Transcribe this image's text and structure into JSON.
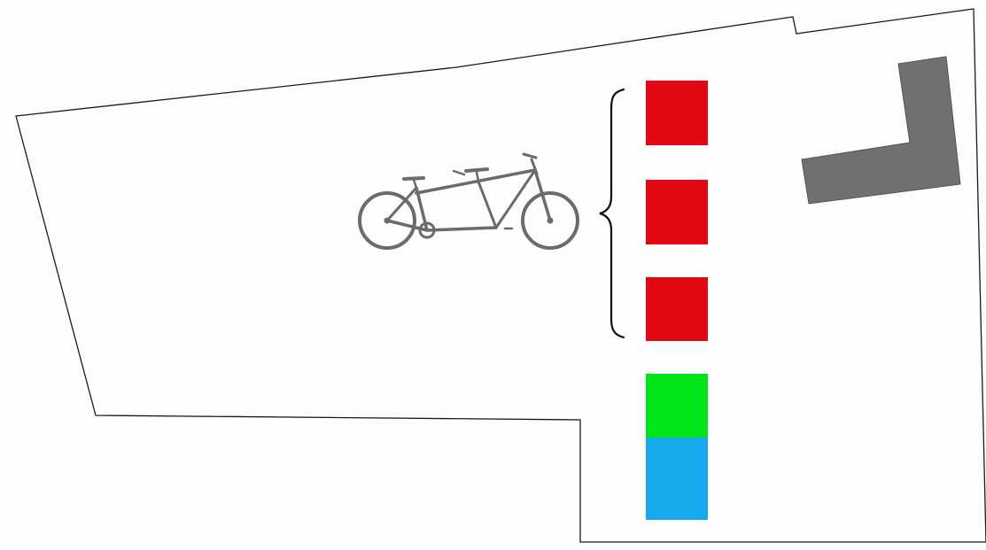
{
  "diagram": {
    "background_color": "#fdfdfd",
    "outline_color": "#1a1a1a",
    "building_color": "#707070",
    "bicycle_icon": "tandem-bicycle-icon",
    "bicycle_color": "#6b6b6b",
    "brace_color": "#111111",
    "blocks": [
      {
        "name": "red-block-1",
        "color": "#e30613"
      },
      {
        "name": "red-block-2",
        "color": "#e30613"
      },
      {
        "name": "red-block-3",
        "color": "#e30613"
      },
      {
        "name": "green-block",
        "color": "#00e51a"
      },
      {
        "name": "blue-block",
        "color": "#18a9ec"
      }
    ]
  }
}
